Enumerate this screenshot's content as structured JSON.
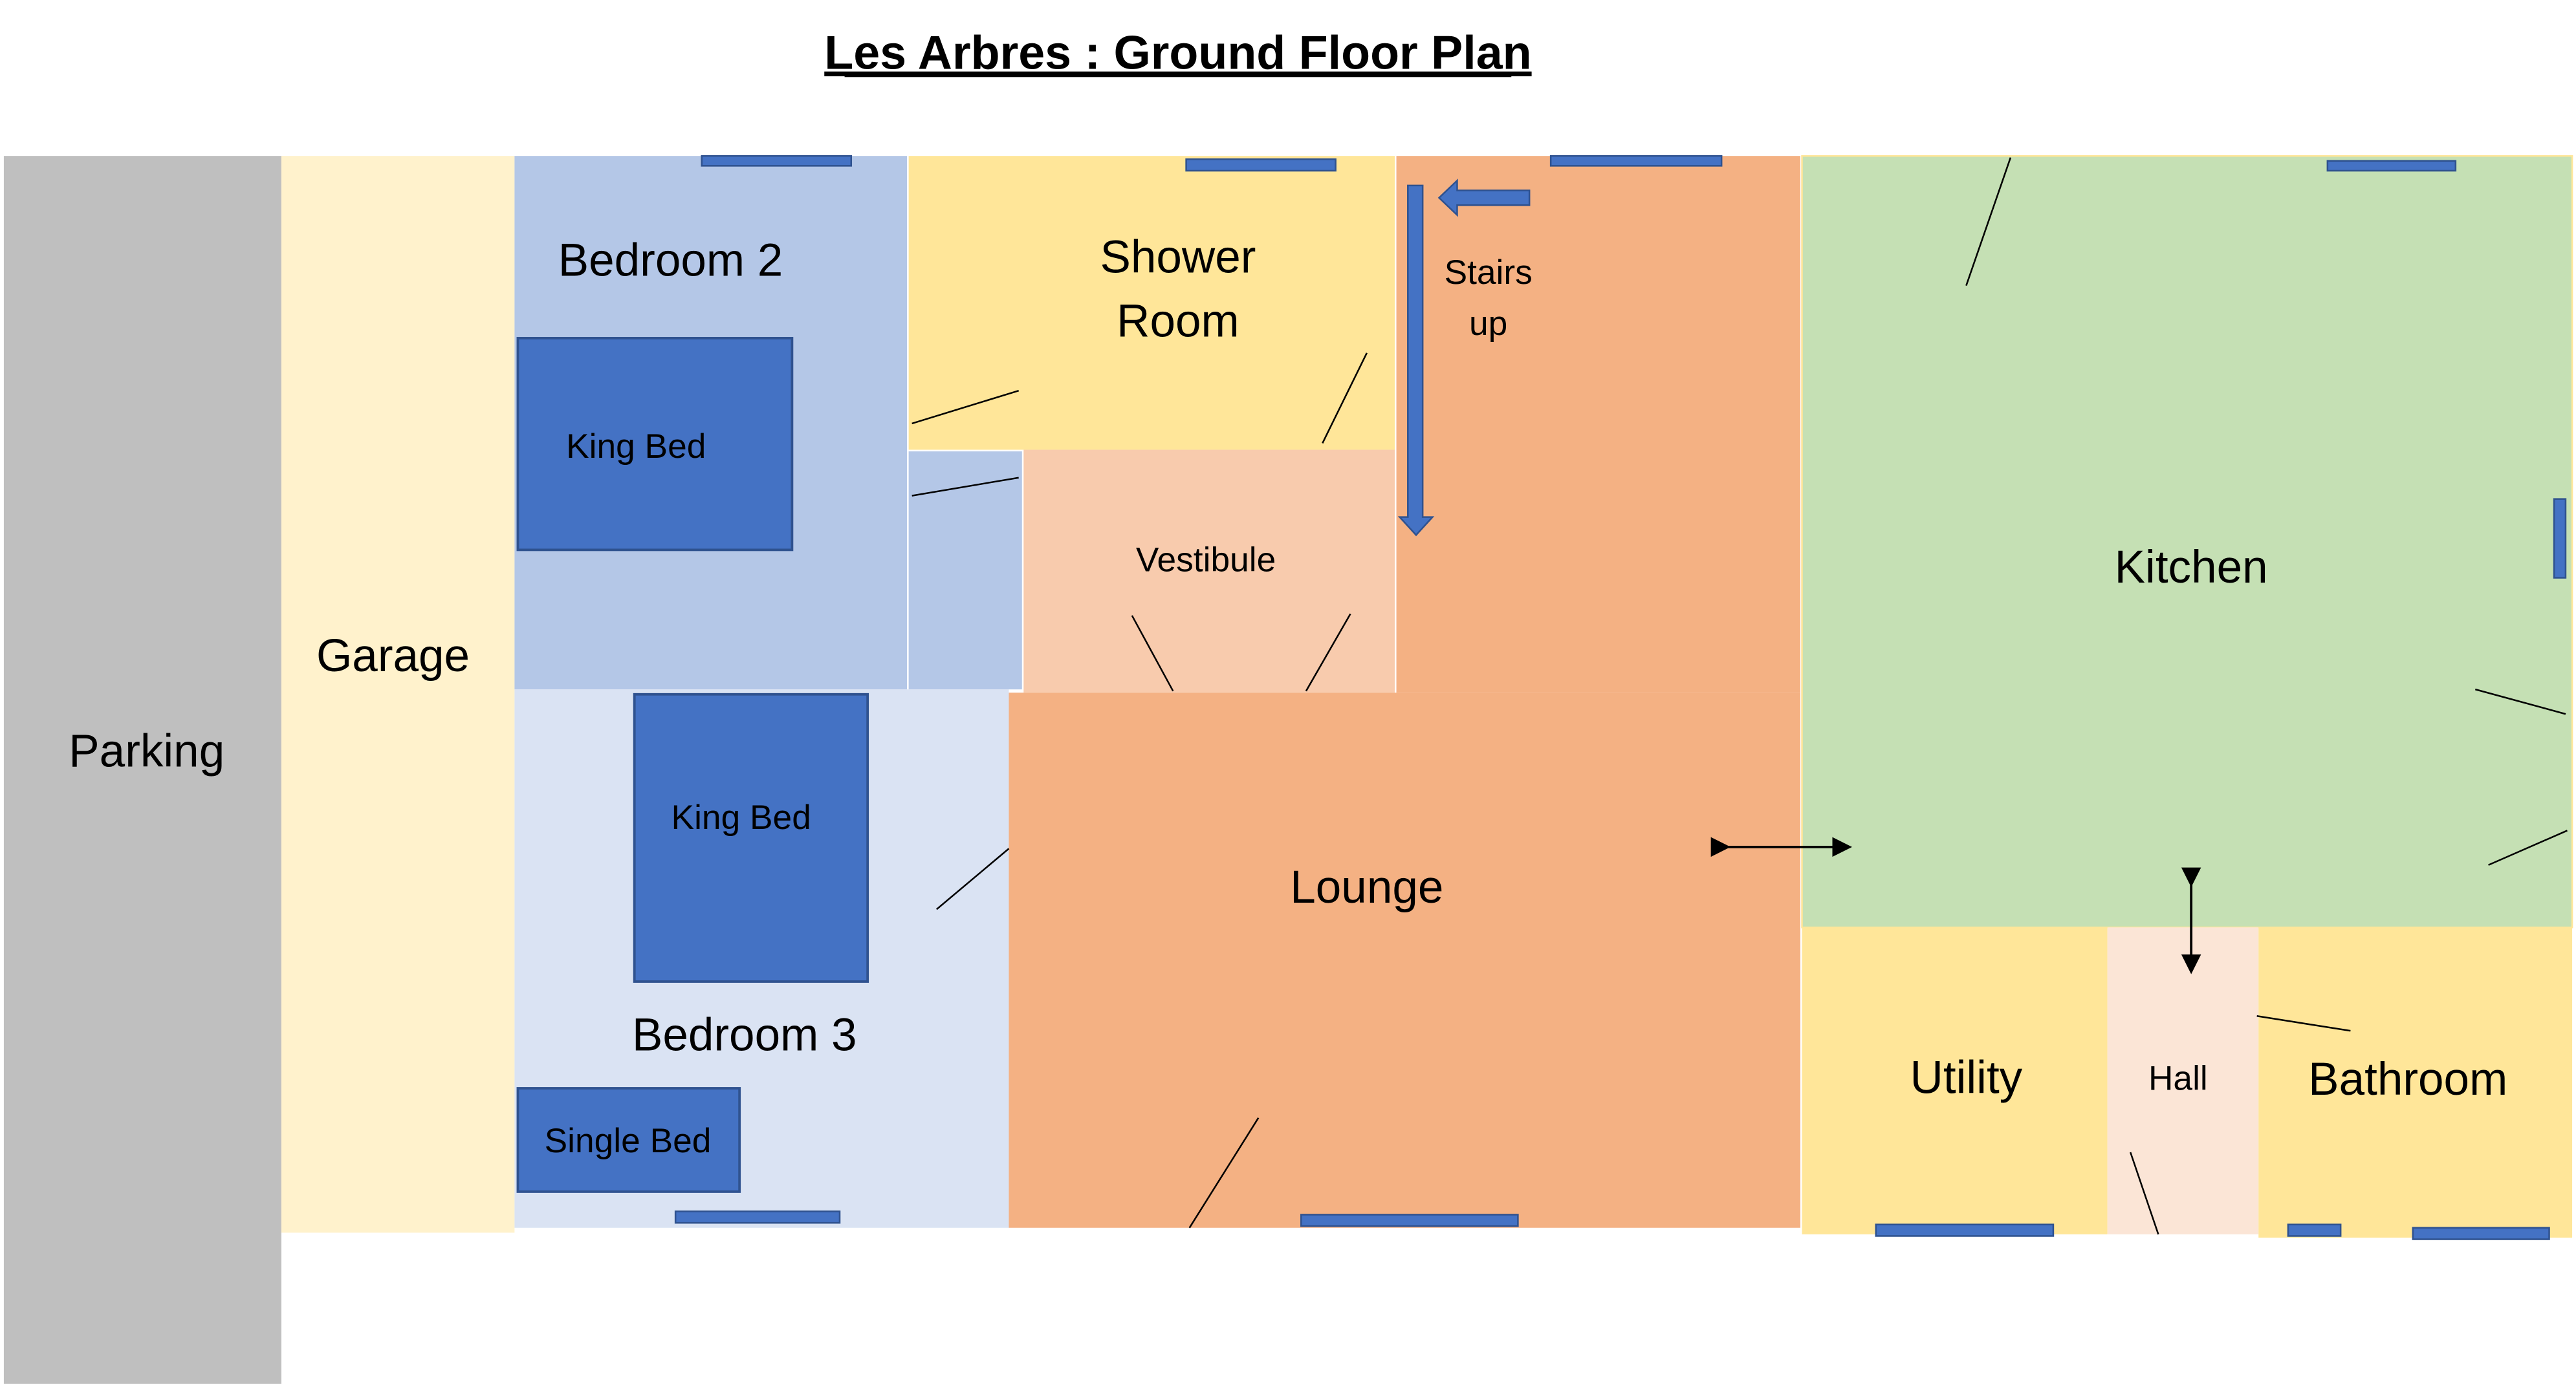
{
  "title": "Les Arbres : Ground Floor Plan",
  "rooms": {
    "parking": {
      "label": "Parking",
      "color": "#bfbfbf"
    },
    "garage": {
      "label": "Garage",
      "color": "#fff2cc"
    },
    "bedroom2": {
      "label": "Bedroom 2",
      "color": "#b4c7e7"
    },
    "shower": {
      "label_line1": "Shower",
      "label_line2": "Room",
      "color": "#ffe699"
    },
    "stairs": {
      "label_line1": "Stairs",
      "label_line2": "up",
      "color": "#f4b183"
    },
    "vestibule": {
      "label": "Vestibule",
      "color": "#f8cbad"
    },
    "kitchen": {
      "label": "Kitchen",
      "color": "#c5e0b4"
    },
    "bedroom3": {
      "label": "Bedroom 3",
      "color": "#dae3f3"
    },
    "lounge": {
      "label": "Lounge",
      "color": "#f4b183"
    },
    "utility": {
      "label": "Utility",
      "color": "#ffe699"
    },
    "hall": {
      "label": "Hall",
      "color": "#fbe5d6"
    },
    "bathroom": {
      "label": "Bathroom",
      "color": "#ffe699"
    }
  },
  "furniture": {
    "bed1": "King Bed",
    "bed2": "King Bed",
    "bed3": "Single Bed"
  },
  "colors": {
    "bed": "#4472c4",
    "window": "#4472c4"
  }
}
